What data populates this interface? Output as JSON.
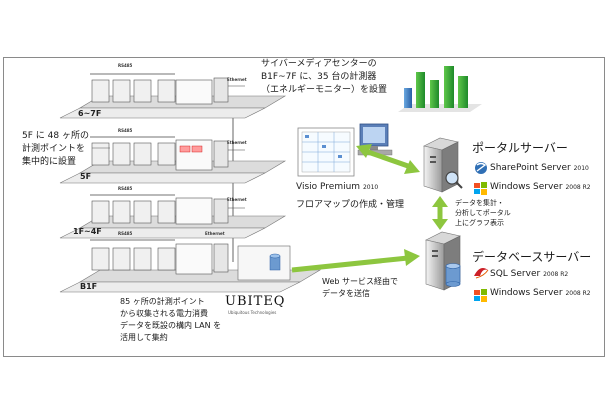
{
  "floors": [
    {
      "label": "6~7F",
      "bus": "RS485",
      "net": "Ethernet"
    },
    {
      "label": "5F",
      "bus": "RS485",
      "net": "Ethernet"
    },
    {
      "label": "1F~4F",
      "bus": "RS485",
      "net": "Ethernet"
    },
    {
      "label": "B1F",
      "bus": "RS485",
      "net": "Ethernet"
    }
  ],
  "notes": {
    "top_line1": "サイバーメディアセンターの",
    "top_line2": "B1F~7F に、35 台の計測器",
    "top_line3": "（エネルギーモニター）を設置",
    "left_line1": "5F に 48 ヶ所の",
    "left_line2": "計測ポイントを",
    "left_line3": "集中的に設置",
    "bottom_line1": "85 ヶ所の計測ポイント",
    "bottom_line2": "から収集される電力消費",
    "bottom_line3": "データを既設の構内 LAN を",
    "bottom_line4": "活用して集約",
    "web_line1": "Web サービス経由で",
    "web_line2": "データを送信",
    "agg_line1": "データを集計・",
    "agg_line2": "分析してポータル",
    "agg_line3": "上にグラフ表示"
  },
  "visio": {
    "brand": "Visio Premium",
    "version": "2010",
    "caption": "フロアマップの作成・管理"
  },
  "ubiteq": {
    "logo": "UBITEQ",
    "tagline": "Ubiquitous Technologies"
  },
  "portal": {
    "title": "ポータルサーバー",
    "p1_name": "SharePoint Server",
    "p1_ver": "2010",
    "p2_name": "Windows Server",
    "p2_ver": "2008 R2"
  },
  "db": {
    "title": "データベースサーバー",
    "p1_name": "SQL Server",
    "p1_ver": "2008 R2",
    "p2_name": "Windows Server",
    "p2_ver": "2008 R2"
  },
  "colors": {
    "arrow": "#8dc63f",
    "slab": "#e8e8e8",
    "ms_red": "#e2231a"
  }
}
